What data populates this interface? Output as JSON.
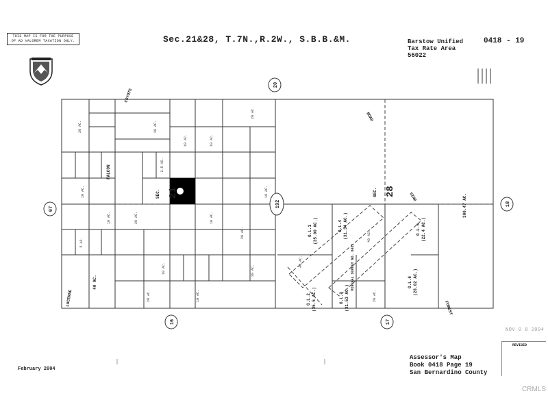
{
  "header": {
    "disclaimer_line1": "THIS MAP IS FOR THE PURPOSE",
    "disclaimer_line2": "OF AD VALOREM TAXATION ONLY.",
    "title": "Sec.21&28, T.7N.,R.2W., S.B.B.&M.",
    "district": "Barstow Unified",
    "tax_rate_area_label": "Tax Rate Area",
    "tax_rate_area": "56022",
    "page_code": "0418 - 19"
  },
  "footer": {
    "date": "February 2004",
    "assessor_title": "Assessor's Map",
    "book_page": "Book 0418 Page 19",
    "county": "San Bernardino County",
    "revised_label": "REVISED",
    "stamp": "NOV 0 8 2004",
    "watermark": "CRMLS"
  },
  "map": {
    "road_labels": {
      "coyote": "COYOTE",
      "falcon": "FALCON",
      "road": "ROAD",
      "lucerne": "LUCERNE",
      "vine": "VINE",
      "forest": "FOREST",
      "sec21": "21",
      "sec28": "28",
      "sec_prefix": "SEC."
    },
    "page_refs": [
      "20",
      "07",
      "18",
      "16",
      "17",
      "192"
    ],
    "gov_lots": [
      {
        "name": "G.L.1",
        "acres": "(35.00 AC.)"
      },
      {
        "name": "G.L.4",
        "acres": "(31.34 AC.)"
      },
      {
        "name": "G.L.5",
        "acres": "(22.4 AC.)"
      },
      {
        "name": "G.L.2",
        "acres": "(35.5 AC.)"
      },
      {
        "name": "G.L.3",
        "acres": "(31.53 AC.)"
      },
      {
        "name": "G.L.6",
        "acres": "(28.02 AC.)"
      }
    ],
    "mineral_survey": "MINERAL SURVEY NO. 6021",
    "big_parcel_acres": "300.47 AC.",
    "left_side_acres": "40 AC.",
    "parcel_labels": [
      "20 AC.",
      "10 AC.",
      "5 AC.",
      "2.5 AC.",
      "40 AC."
    ]
  },
  "colors": {
    "line": "#333333",
    "filled_parcel": "#000000",
    "dashed": "#444444"
  }
}
